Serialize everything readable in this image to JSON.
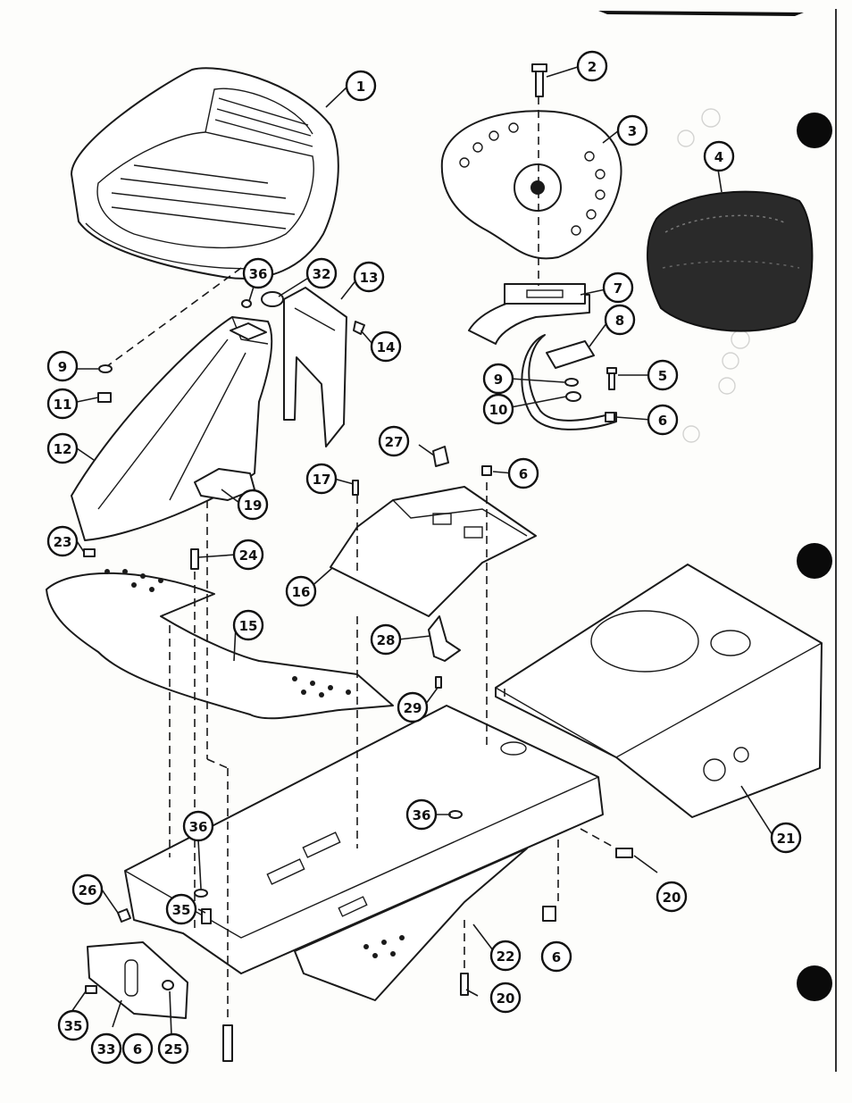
{
  "colors": {
    "ink": "#1a1a1a",
    "paper": "#fdfdfb",
    "binder_hole": "#0a0a0a"
  },
  "callouts": [
    {
      "id": "c1",
      "label": "1"
    },
    {
      "id": "c2",
      "label": "2"
    },
    {
      "id": "c3",
      "label": "3"
    },
    {
      "id": "c4",
      "label": "4"
    },
    {
      "id": "c5",
      "label": "5"
    },
    {
      "id": "c6a",
      "label": "6"
    },
    {
      "id": "c6b",
      "label": "6"
    },
    {
      "id": "c6c",
      "label": "6"
    },
    {
      "id": "c6d",
      "label": "6"
    },
    {
      "id": "c7",
      "label": "7"
    },
    {
      "id": "c8",
      "label": "8"
    },
    {
      "id": "c9a",
      "label": "9"
    },
    {
      "id": "c9b",
      "label": "9"
    },
    {
      "id": "c10",
      "label": "10"
    },
    {
      "id": "c11",
      "label": "11"
    },
    {
      "id": "c12",
      "label": "12"
    },
    {
      "id": "c13",
      "label": "13"
    },
    {
      "id": "c14",
      "label": "14"
    },
    {
      "id": "c15",
      "label": "15"
    },
    {
      "id": "c16",
      "label": "16"
    },
    {
      "id": "c17",
      "label": "17"
    },
    {
      "id": "c19",
      "label": "19"
    },
    {
      "id": "c20a",
      "label": "20"
    },
    {
      "id": "c20b",
      "label": "20"
    },
    {
      "id": "c21",
      "label": "21"
    },
    {
      "id": "c22",
      "label": "22"
    },
    {
      "id": "c23",
      "label": "23"
    },
    {
      "id": "c24",
      "label": "24"
    },
    {
      "id": "c25",
      "label": "25"
    },
    {
      "id": "c26",
      "label": "26"
    },
    {
      "id": "c27",
      "label": "27"
    },
    {
      "id": "c28",
      "label": "28"
    },
    {
      "id": "c29",
      "label": "29"
    },
    {
      "id": "c32",
      "label": "32"
    },
    {
      "id": "c33",
      "label": "33"
    },
    {
      "id": "c35a",
      "label": "35"
    },
    {
      "id": "c35b",
      "label": "35"
    },
    {
      "id": "c36a",
      "label": "36"
    },
    {
      "id": "c36b",
      "label": "36"
    },
    {
      "id": "c36c",
      "label": "36"
    }
  ]
}
